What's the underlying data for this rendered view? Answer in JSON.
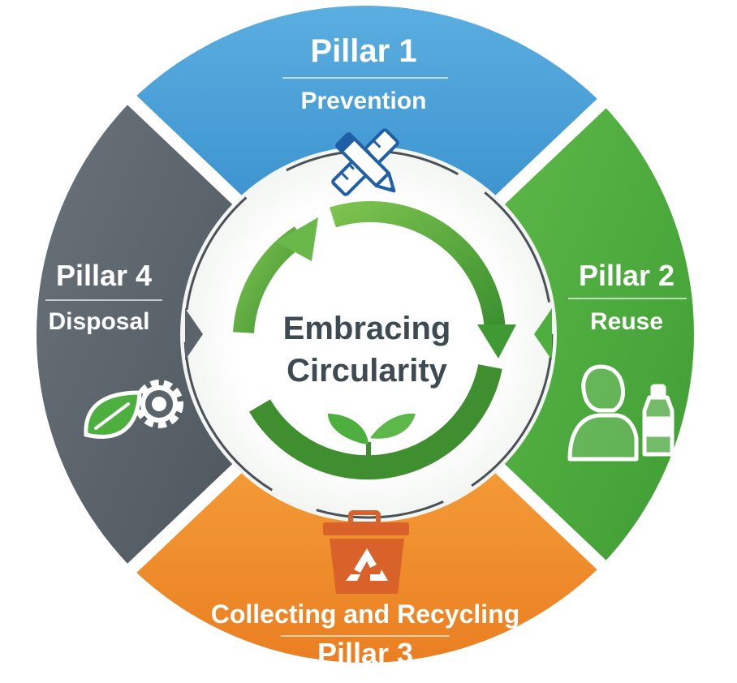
{
  "center": {
    "title_line1": "Embracing",
    "title_line2": "Circularity"
  },
  "pillars": [
    {
      "id": "pillar-1",
      "number_label": "Pillar 1",
      "name": "Prevention",
      "color": "#4ea6dc",
      "icon": "pencil-ruler-icon"
    },
    {
      "id": "pillar-2",
      "number_label": "Pillar 2",
      "name": "Reuse",
      "color": "#4caf3e",
      "icon": "person-bottle-icon"
    },
    {
      "id": "pillar-3",
      "number_label": "Pillar 3",
      "name": "Collecting and Recycling",
      "color": "#f08c2c",
      "icon": "recycling-bin-icon"
    },
    {
      "id": "pillar-4",
      "number_label": "Pillar 4",
      "name": "Disposal",
      "color": "#5b636b",
      "icon": "leaf-gear-icon"
    }
  ],
  "colors": {
    "center_text": "#3e4a52",
    "cycle_arrows": "#5aaa3c",
    "sprout": "#4caf3e",
    "bin": "#d9622b",
    "separator": "#ffffff"
  }
}
